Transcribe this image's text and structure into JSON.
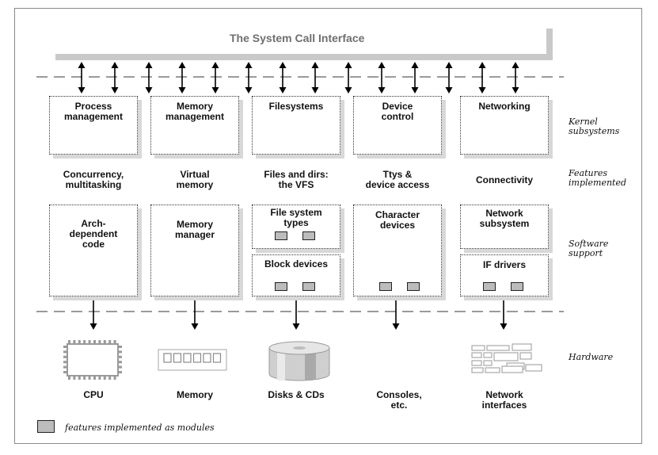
{
  "title": "The System Call Interface",
  "row_labels": {
    "kernel": "Kernel\nsubsystems",
    "features": "Features\nimplemented",
    "software": "Software\nsupport",
    "hardware": "Hardware"
  },
  "subsystems": [
    {
      "name": "Process\nmanagement",
      "feature": "Concurrency,\nmultitasking",
      "support": [
        {
          "label": "Arch-\ndependent\ncode",
          "modules": 0
        }
      ],
      "hardware": "CPU",
      "hardware_icon": "cpu-chip-icon"
    },
    {
      "name": "Memory\nmanagement",
      "feature": "Virtual\nmemory",
      "support": [
        {
          "label": "Memory\nmanager",
          "modules": 0
        }
      ],
      "hardware": "Memory",
      "hardware_icon": "memory-module-icon"
    },
    {
      "name": "Filesystems",
      "feature": "Files and dirs:\nthe VFS",
      "support": [
        {
          "label": "File system\ntypes",
          "modules": 2
        },
        {
          "label": "Block devices",
          "modules": 2
        }
      ],
      "hardware": "Disks & CDs",
      "hardware_icon": "disk-drive-icon"
    },
    {
      "name": "Device\ncontrol",
      "feature": "Ttys &\ndevice access",
      "support": [
        {
          "label": "Character\ndevices",
          "modules": 2
        }
      ],
      "hardware": "Consoles,\netc.",
      "hardware_icon": ""
    },
    {
      "name": "Networking",
      "feature": "Connectivity",
      "support": [
        {
          "label": "Network\nsubsystem",
          "modules": 0
        },
        {
          "label": "IF drivers",
          "modules": 2
        }
      ],
      "hardware": "Network\ninterfaces",
      "hardware_icon": "network-card-icon"
    }
  ],
  "legend": {
    "text": "features implemented as modules",
    "swatch_color": "#bcbcbc"
  },
  "colors": {
    "shadow": "#d8d8d8",
    "title": "#6f6f6f",
    "dashed_line": "#9a9a9a"
  }
}
